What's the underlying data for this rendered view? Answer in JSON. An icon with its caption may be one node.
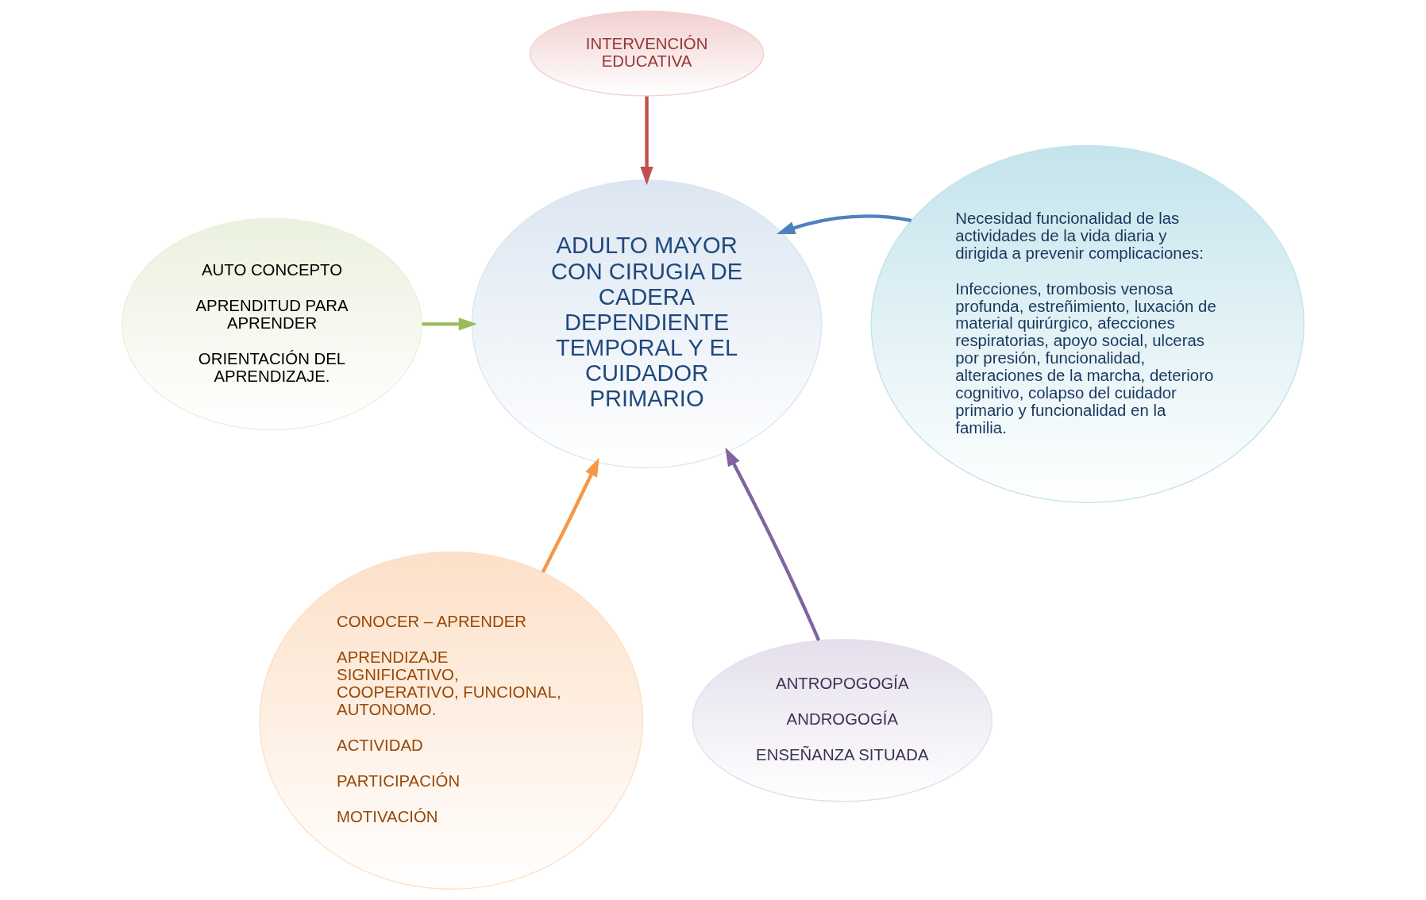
{
  "diagram": {
    "nodes": [
      {
        "text": [
          "INTERVENCIÓN EDUCATIVA"
        ]
      },
      {
        "text": [
          "AUTO CONCEPTO",
          "APRENDITUD PARA APRENDER",
          "ORIENTACIÓN DEL APRENDIZAJE."
        ]
      },
      {
        "text": [
          "ADULTO MAYOR CON CIRUGIA DE CADERA DEPENDIENTE TEMPORAL Y EL CUIDADOR PRIMARIO"
        ]
      },
      {
        "text": [
          "Necesidad funcionalidad de las actividades de la vida diaria y dirigida a prevenir complicaciones:",
          "Infecciones, trombosis venosa profunda, estreñimiento, luxación de material quirúrgico, afecciones respiratorias, apoyo social, ulceras por presión, funcionalidad, alteraciones de la marcha, deterioro cognitivo, colapso del cuidador primario y funcionalidad en la familia."
        ]
      },
      {
        "text": [
          "CONOCER – APRENDER",
          "APRENDIZAJE SIGNIFICATIVO, COOPERATIVO, FUNCIONAL, AUTONOMO.",
          "ACTIVIDAD",
          "PARTICIPACIÓN",
          "MOTIVACIÓN"
        ]
      },
      {
        "text": [
          "ANTROPOGOGÍA",
          "ANDROGOGÍA",
          "ENSEÑANZA SITUADA"
        ]
      }
    ],
    "edges": [
      {
        "from": 0,
        "to": 2,
        "arrow": "to",
        "color": "#c0504d"
      },
      {
        "from": 1,
        "to": 2,
        "arrow": "to",
        "color": "#9bbb59"
      },
      {
        "from": 3,
        "to": 2,
        "arrow": "to",
        "color": "#4f81bd"
      },
      {
        "from": 4,
        "to": 2,
        "arrow": "to",
        "color": "#f79646"
      },
      {
        "from": 5,
        "to": 2,
        "arrow": "to",
        "color": "#8064a2"
      }
    ]
  }
}
